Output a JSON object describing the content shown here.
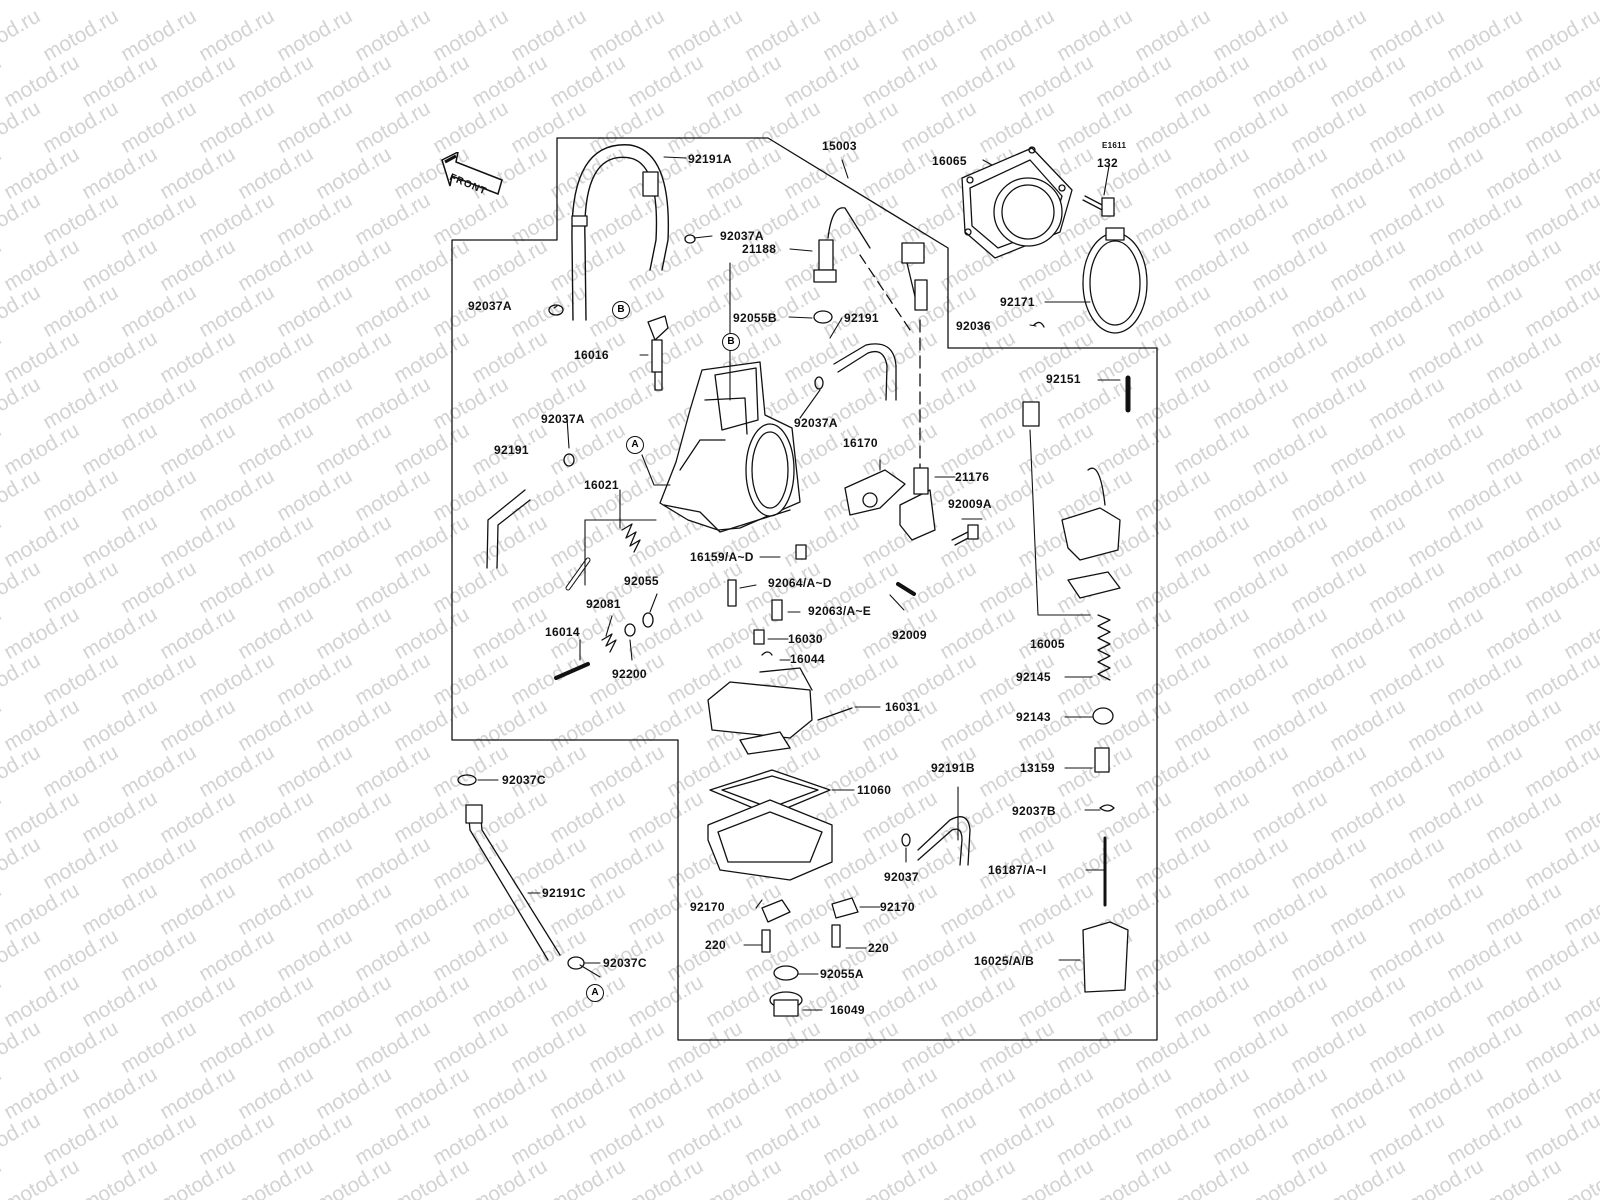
{
  "watermark": {
    "text": "motod.ru"
  },
  "diagram_code": "E1611",
  "front_label": "FRONT",
  "callouts": {
    "A": "A",
    "B": "B"
  },
  "parts": {
    "p92191A": "92191A",
    "p15003": "15003",
    "p16065": "16065",
    "p132": "132",
    "p92037A_top": "92037A",
    "p21188": "21188",
    "p92037A_left": "92037A",
    "p92055B": "92055B",
    "p92191_top": "92191",
    "p92171": "92171",
    "p92036": "92036",
    "p16016": "16016",
    "p92151": "92151",
    "p92037A_mid": "92037A",
    "p92037A_body": "92037A",
    "p16170": "16170",
    "p92191_left": "92191",
    "p21176": "21176",
    "p16021": "16021",
    "p92009A": "92009A",
    "p16159": "16159/A~D",
    "p92055": "92055",
    "p92064": "92064/A~D",
    "p92081": "92081",
    "p92063": "92063/A~E",
    "p92009": "92009",
    "p16005": "16005",
    "p16014": "16014",
    "p16030": "16030",
    "p92200": "92200",
    "p16044": "16044",
    "p92145": "92145",
    "p16031": "16031",
    "p92143": "92143",
    "p13159": "13159",
    "p92191B": "92191B",
    "p92037C_top": "92037C",
    "p11060": "11060",
    "p92037B": "92037B",
    "p92037": "92037",
    "p16187": "16187/A~I",
    "p92191C": "92191C",
    "p92170_left": "92170",
    "p92170_right": "92170",
    "p220_left": "220",
    "p220_right": "220",
    "p16025": "16025/A/B",
    "p92037C_bot": "92037C",
    "p92055A": "92055A",
    "p16049": "16049"
  }
}
